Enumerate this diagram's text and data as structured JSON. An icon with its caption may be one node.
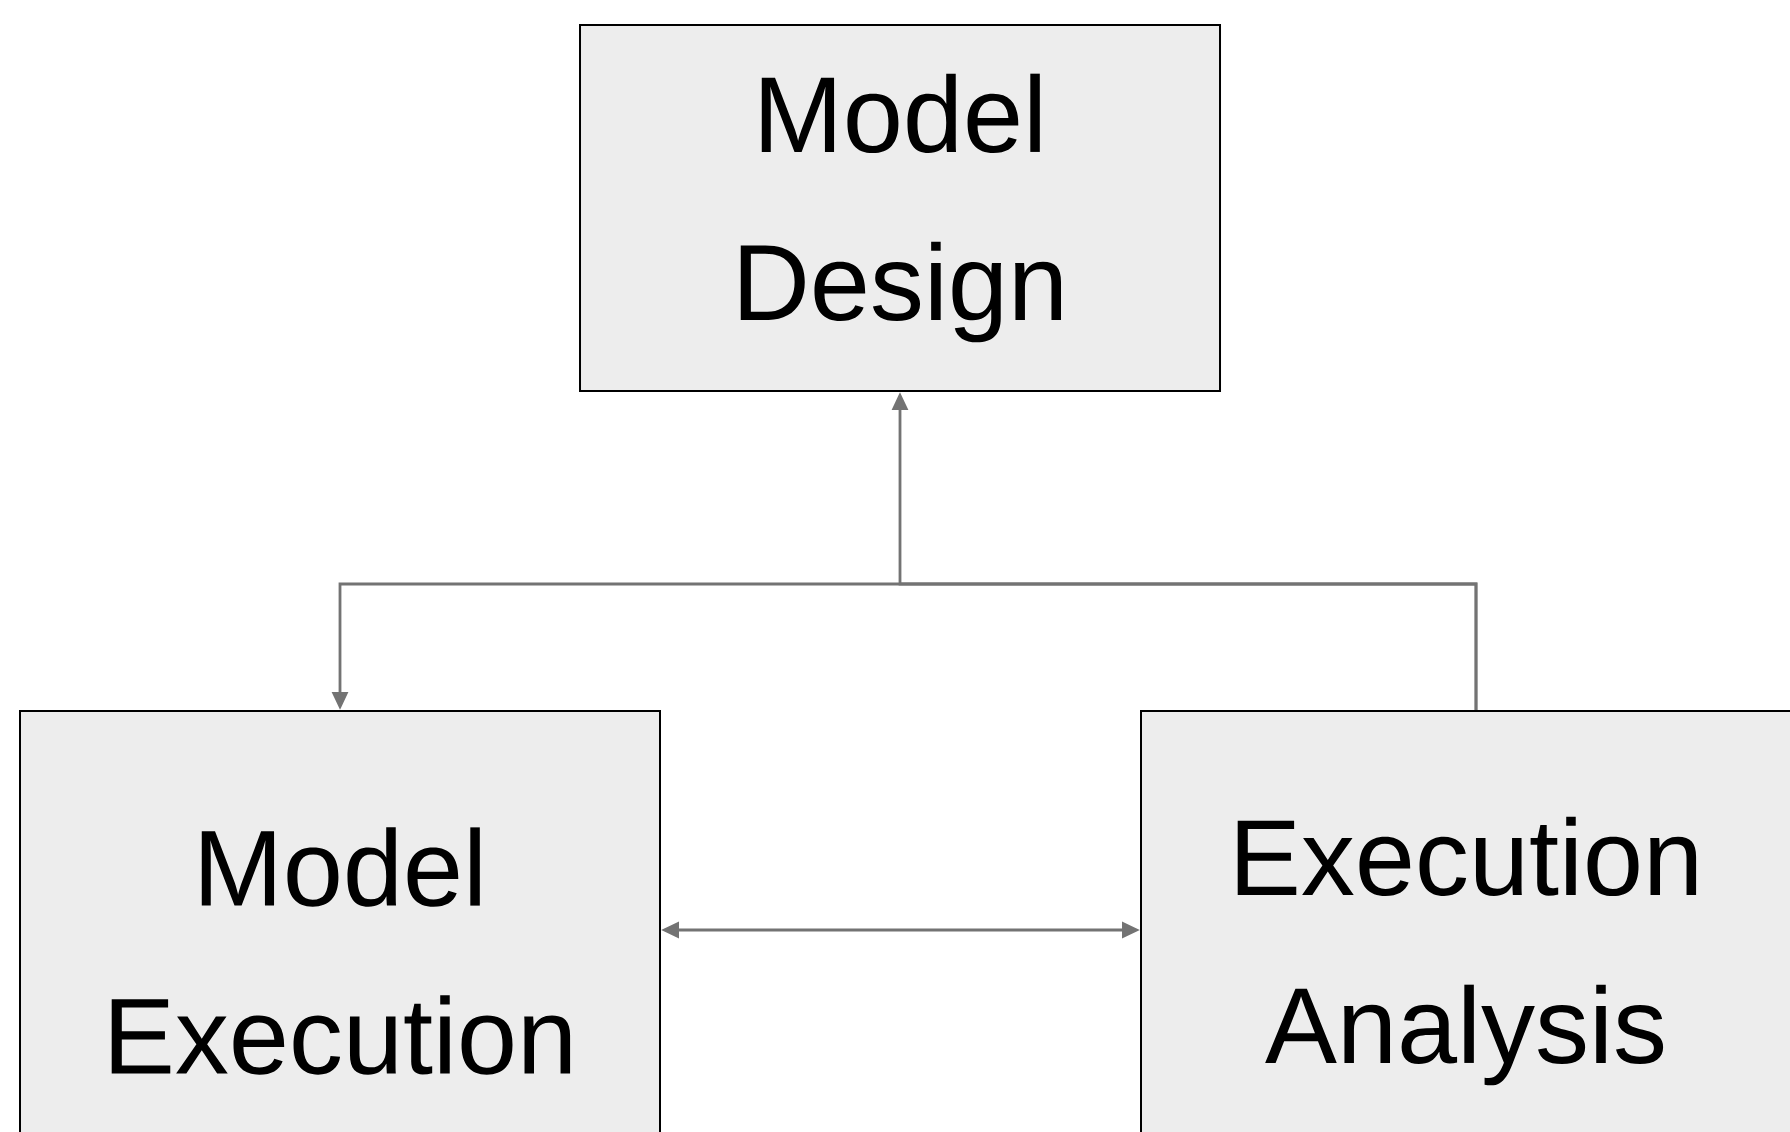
{
  "diagram": {
    "nodes": [
      {
        "text": [
          "Model Design"
        ]
      },
      {
        "text": [
          "Model Execution"
        ]
      },
      {
        "text": [
          "Execution Analysis"
        ]
      }
    ],
    "edges": [
      {
        "from": 2,
        "to": 0,
        "arrow": "to"
      },
      {
        "from": 2,
        "to": 1,
        "arrow": "to"
      },
      {
        "from": 1,
        "to": 2,
        "arrow": "both"
      }
    ]
  }
}
